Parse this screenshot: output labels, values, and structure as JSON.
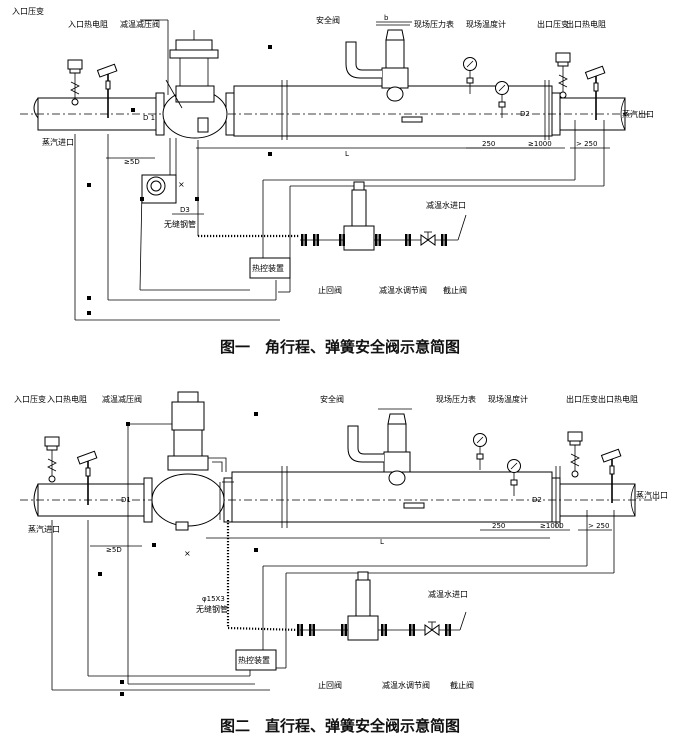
{
  "figure1": {
    "caption": "图一　角行程、弹簧安全阀示意简图",
    "labels": {
      "inlet_pressure": "入口压变",
      "inlet_thermal_resistor": "入口热电阻",
      "pressure_reducing_valve": "减温减压阀",
      "safety_valve": "安全阀",
      "field_pressure_gauge": "现场压力表",
      "field_thermometer": "现场温度计",
      "outlet_pressure": "出口压变",
      "outlet_thermal_resistor": "出口热电阻",
      "steam_inlet": "蒸汽进口",
      "steam_outlet": "蒸汽出口",
      "d1": "D 1",
      "d2": "D2",
      "d3": "D3",
      "b": "b",
      "min_5d": "≥5D",
      "length_l": "L",
      "dim_250_a": "250",
      "dim_1000": "≥1000",
      "dim_250_b": "> 250",
      "seamless_pipe": "无缝钢管",
      "desuperheating_water_inlet": "减温水进口",
      "thermal_control_device": "热控装置",
      "check_valve": "止回阀",
      "water_regulating_valve": "减温水调节阀",
      "stop_valve": "截止阀"
    }
  },
  "figure2": {
    "caption": "图二　直行程、弹簧安全阀示意简图",
    "labels": {
      "inlet_pressure": "入口压变",
      "inlet_thermal_resistor": "入口热电阻",
      "pressure_reducing_valve": "减温减压阀",
      "safety_valve": "安全阀",
      "field_pressure_gauge": "现场压力表",
      "field_thermometer": "现场温度计",
      "outlet_pressure": "出口压变",
      "outlet_thermal_resistor": "出口热电阻",
      "steam_inlet": "蒸汽进口",
      "steam_outlet": "蒸汽出口",
      "d1": "D1",
      "d2": "D2",
      "min_5d": "≥5D",
      "length_l": "L",
      "dim_250_a": "250",
      "dim_1000": "≥1000",
      "dim_250_b": "> 250",
      "pipe_spec": "φ15X3",
      "seamless_pipe": "无缝钢管",
      "desuperheating_water_inlet": "减温水进口",
      "thermal_control_device": "热控装置",
      "check_valve": "止回阀",
      "water_regulating_valve": "减温水调节阀",
      "stop_valve": "截止阀"
    }
  }
}
